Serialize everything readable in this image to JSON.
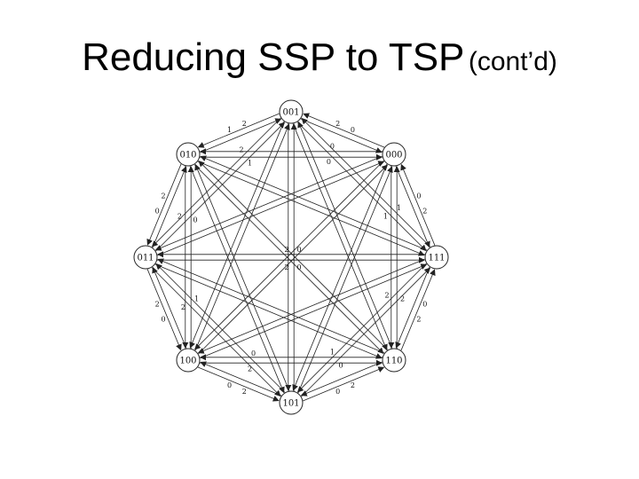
{
  "slide": {
    "title": "Reducing SSP to TSP",
    "title_suffix": "(cont’d)"
  },
  "graph": {
    "nodes": [
      "001",
      "000",
      "111",
      "110",
      "101",
      "100",
      "011",
      "010"
    ],
    "rim_edge_labels": [
      [
        "2",
        "0"
      ],
      [
        "0",
        "2"
      ],
      [
        "0",
        "2"
      ],
      [
        "2",
        "0"
      ],
      [
        "2",
        "0"
      ],
      [
        "0",
        "2"
      ],
      [
        "0",
        "2"
      ],
      [
        "2",
        "1"
      ]
    ],
    "inner_edge_labels": [
      "0",
      "1",
      "2",
      "0",
      "1",
      "2",
      "0",
      "1",
      "2",
      "0",
      "1",
      "2",
      "0",
      "2",
      "1",
      "2"
    ],
    "center_labels": [
      "2",
      "0",
      "2",
      "0"
    ],
    "colors": {
      "stroke": "#222222",
      "node_fill": "#ffffff",
      "text": "#111111"
    }
  }
}
